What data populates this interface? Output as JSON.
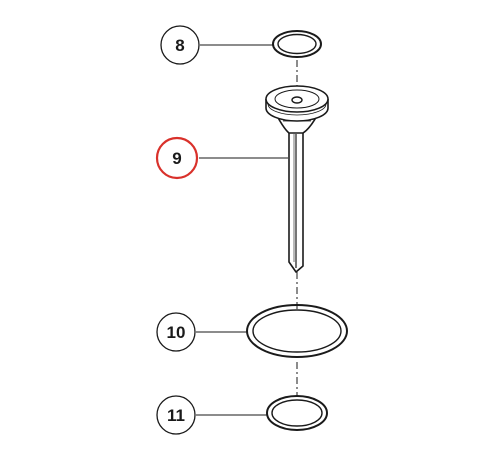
{
  "callouts": [
    {
      "id": "8",
      "label": "8",
      "highlighted": false
    },
    {
      "id": "9",
      "label": "9",
      "highlighted": true
    },
    {
      "id": "10",
      "label": "10",
      "highlighted": false
    },
    {
      "id": "11",
      "label": "11",
      "highlighted": false
    }
  ],
  "colors": {
    "line": "#1a1a1a",
    "highlight": "#d9312b",
    "background": "#ffffff",
    "part_fill": "#ffffff"
  }
}
